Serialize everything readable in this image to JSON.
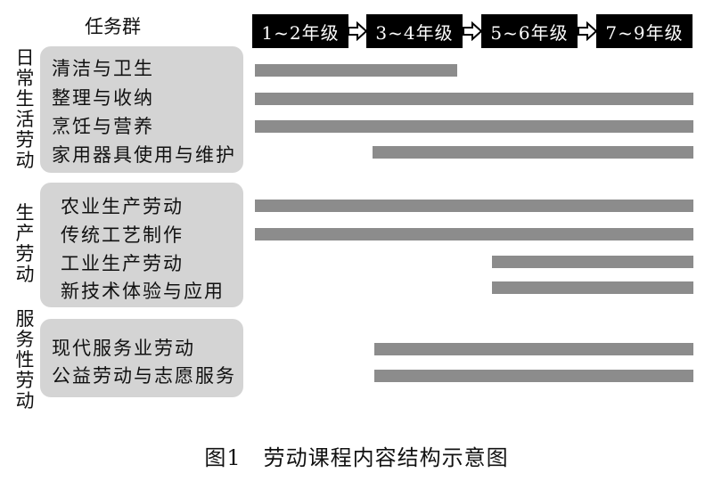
{
  "header": {
    "task_group_label": "任务群"
  },
  "stages": [
    "1~2年级",
    "3~4年级",
    "5~6年级",
    "7~9年级"
  ],
  "categories": [
    {
      "label": "日\n常\n生\n活\n劳\n动",
      "tasks": [
        {
          "name": "清洁与卫生",
          "grade_from": "1~2年级",
          "grade_to": "3~4年级"
        },
        {
          "name": "整理与收纳",
          "grade_from": "1~2年级",
          "grade_to": "7~9年级"
        },
        {
          "name": "烹饪与营养",
          "grade_from": "1~2年级",
          "grade_to": "7~9年级"
        },
        {
          "name": "家用器具使用与维护",
          "grade_from": "3~4年级",
          "grade_to": "7~9年级"
        }
      ]
    },
    {
      "label": "生\n产\n劳\n动",
      "tasks": [
        {
          "name": "农业生产劳动",
          "grade_from": "1~2年级",
          "grade_to": "7~9年级"
        },
        {
          "name": "传统工艺制作",
          "grade_from": "1~2年级",
          "grade_to": "7~9年级"
        },
        {
          "name": "工业生产劳动",
          "grade_from": "5~6年级",
          "grade_to": "7~9年级"
        },
        {
          "name": "新技术体验与应用",
          "grade_from": "5~6年级",
          "grade_to": "7~9年级"
        }
      ]
    },
    {
      "label": "服\n务\n性\n劳\n动",
      "tasks": [
        {
          "name": "现代服务业劳动",
          "grade_from": "3~4年级",
          "grade_to": "7~9年级"
        },
        {
          "name": "公益劳动与志愿服务",
          "grade_from": "3~4年级",
          "grade_to": "7~9年级"
        }
      ]
    }
  ],
  "caption": "图1　劳动课程内容结构示意图",
  "colors": {
    "stage_bg": "#000000",
    "stage_text": "#ffffff",
    "group_bg": "#d4d4d4",
    "bar": "#8c8c8c"
  }
}
